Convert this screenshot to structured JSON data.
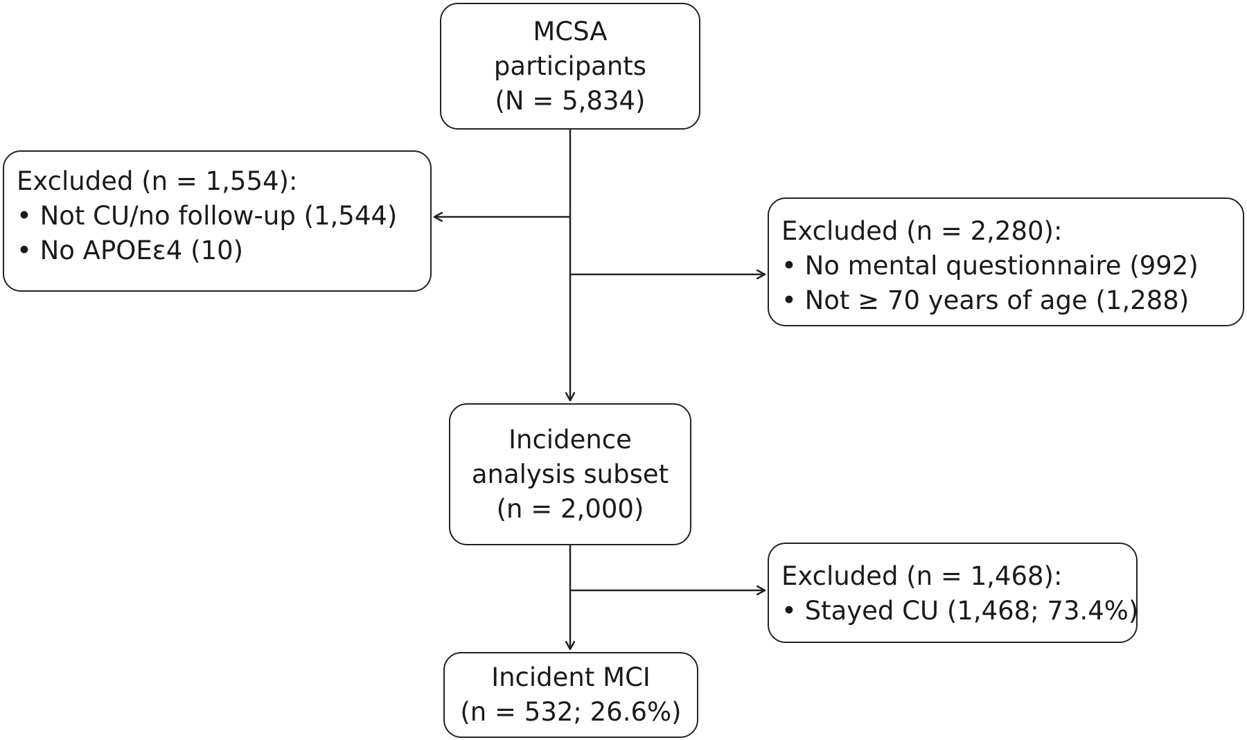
{
  "participants": {
    "lines": [
      "MCSA",
      "participants",
      "(N = 5,834)"
    ]
  },
  "excluded_1": {
    "heading": "Excluded (n = 1,554):",
    "items": [
      "• Not CU/no follow-up (1,544)",
      "• No APOEε4 (10)"
    ]
  },
  "excluded_2": {
    "heading": "Excluded (n = 2,280):",
    "items": [
      "• No mental questionnaire (992)",
      "• Not ≥ 70 years of age (1,288)"
    ]
  },
  "subset": {
    "lines": [
      "Incidence",
      "analysis subset",
      "(n = 2,000)"
    ]
  },
  "excluded_3": {
    "heading": "Excluded (n = 1,468):",
    "items": [
      "• Stayed CU (1,468; 73.4%)"
    ]
  },
  "incident": {
    "lines": [
      "Incident MCI",
      "(n = 532; 26.6%)"
    ]
  },
  "colors": {
    "stroke": "#222222",
    "text": "#1a1a1a"
  }
}
